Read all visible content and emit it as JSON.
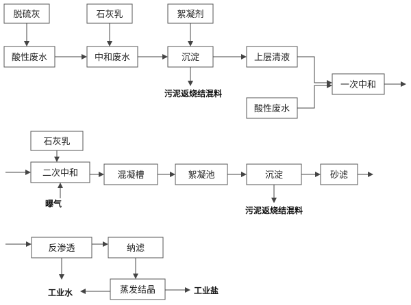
{
  "nodes": {
    "tuoliuhui": "脱硫灰",
    "shihuiru_1": "石灰乳",
    "xuningji": "絮凝剂",
    "suanxing_feishui_1": "酸性废水",
    "zhonghe_feishui": "中和废水",
    "chendian_1": "沉淀",
    "shangceng_qingye": "上层清液",
    "yici_zhonghe": "一次中和",
    "suanxing_feishui_2": "酸性废水",
    "shihuiru_2": "石灰乳",
    "erci_zhonghe": "二次中和",
    "hunningcao": "混凝槽",
    "xuningchi": "絮凝池",
    "chendian_2": "沉淀",
    "shalv": "砂滤",
    "fanshentou": "反渗透",
    "nalv": "纳滤",
    "zhengfa_jiejing": "蒸发结晶"
  },
  "labels": {
    "wuni_1": "污泥返烧结混料",
    "puqi": "曝气",
    "wuni_2": "污泥返烧结混料",
    "gongyeshui": "工业水",
    "gongyeyan": "工业盐"
  }
}
